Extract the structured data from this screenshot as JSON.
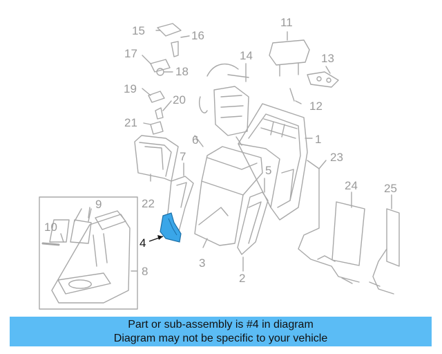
{
  "diagram": {
    "callouts": [
      {
        "id": "1",
        "label": "1"
      },
      {
        "id": "2",
        "label": "2"
      },
      {
        "id": "3",
        "label": "3"
      },
      {
        "id": "4",
        "label": "4"
      },
      {
        "id": "5",
        "label": "5"
      },
      {
        "id": "6",
        "label": "6"
      },
      {
        "id": "7",
        "label": "7"
      },
      {
        "id": "8",
        "label": "8"
      },
      {
        "id": "9",
        "label": "9"
      },
      {
        "id": "10",
        "label": "10"
      },
      {
        "id": "11",
        "label": "11"
      },
      {
        "id": "12",
        "label": "12"
      },
      {
        "id": "13",
        "label": "13"
      },
      {
        "id": "14",
        "label": "14"
      },
      {
        "id": "15",
        "label": "15"
      },
      {
        "id": "16",
        "label": "16"
      },
      {
        "id": "17",
        "label": "17"
      },
      {
        "id": "18",
        "label": "18"
      },
      {
        "id": "19",
        "label": "19"
      },
      {
        "id": "20",
        "label": "20"
      },
      {
        "id": "21",
        "label": "21"
      },
      {
        "id": "22",
        "label": "22"
      },
      {
        "id": "23",
        "label": "23"
      },
      {
        "id": "24",
        "label": "24"
      },
      {
        "id": "25",
        "label": "25"
      }
    ],
    "highlighted_part": "4",
    "colors": {
      "line": "#a8a8a8",
      "highlight_fill": "#3aa6e8",
      "highlight_text": "#111111"
    }
  },
  "banner": {
    "line1": "Part or sub-assembly is #4 in diagram",
    "line2": "Diagram may not be specific to your vehicle",
    "color": "#5bbcf5"
  }
}
